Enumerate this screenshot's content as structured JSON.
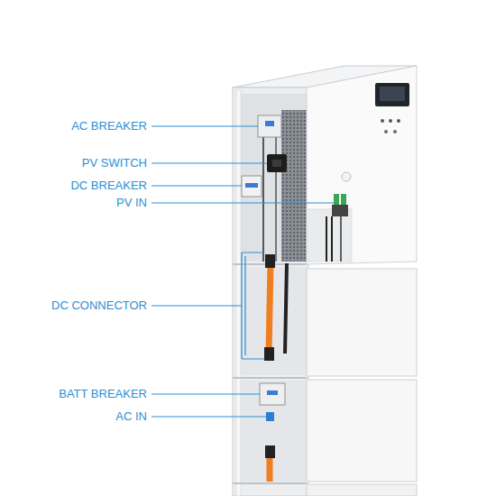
{
  "diagram": {
    "labels": [
      "AC BREAKER",
      "PV SWITCH",
      "DC BREAKER",
      "PV IN",
      "DC CONNECTOR",
      "BATT BREAKER",
      "AC IN"
    ]
  }
}
